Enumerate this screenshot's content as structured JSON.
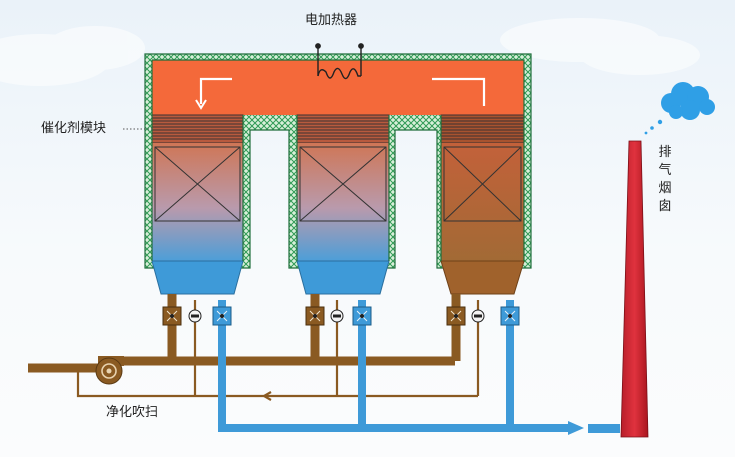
{
  "labels": {
    "heater": "电加热器",
    "catalyst_module": "催化剂模块",
    "purge": "净化吹扫",
    "stack": "排气烟囱"
  },
  "colors": {
    "hot_chamber": "#f4693a",
    "insulation_green": "#2f9a55",
    "cold_blue": "#3e9ad8",
    "hot_brown": "#a0622c",
    "stack_red": "#d42a35",
    "cloud": "#2f9fe6",
    "pipe_brown": "#8a5a22",
    "pipe_blue": "#3e9ad8"
  },
  "components": {
    "units": 3,
    "unit_states": [
      "cooling",
      "cooling",
      "heating"
    ]
  }
}
